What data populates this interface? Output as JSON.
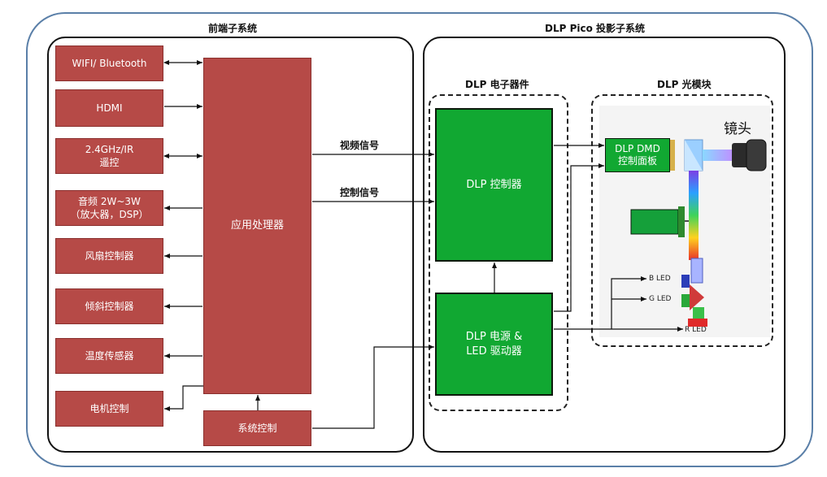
{
  "frontend": {
    "title": "前端子系统",
    "interfaces": [
      "WIFI/ Bluetooth",
      "HDMI",
      "2.4GHz/IR\n遥控",
      "音频 2W~3W\n（放大器，DSP）",
      "风扇控制器",
      "倾斜控制器",
      "温度传感器",
      "电机控制"
    ],
    "app_processor": "应用处理器",
    "system_control": "系统控制"
  },
  "signals": {
    "video": "视频信号",
    "control": "控制信号"
  },
  "dlp": {
    "title": "DLP Pico 投影子系统",
    "electronics_title": "DLP 电子器件",
    "controller": "DLP 控制器",
    "power_driver": "DLP 电源 &\nLED 驱动器",
    "optical_title": "DLP 光模块",
    "dmd_board": "DLP DMD\n控制面板",
    "lens_label": "镜头",
    "led_labels": [
      "B LED",
      "G LED",
      "R LED"
    ]
  },
  "colors": {
    "red_block": "#b64a47",
    "green_block": "#11a832",
    "frame_blue": "#5a7fa8"
  }
}
